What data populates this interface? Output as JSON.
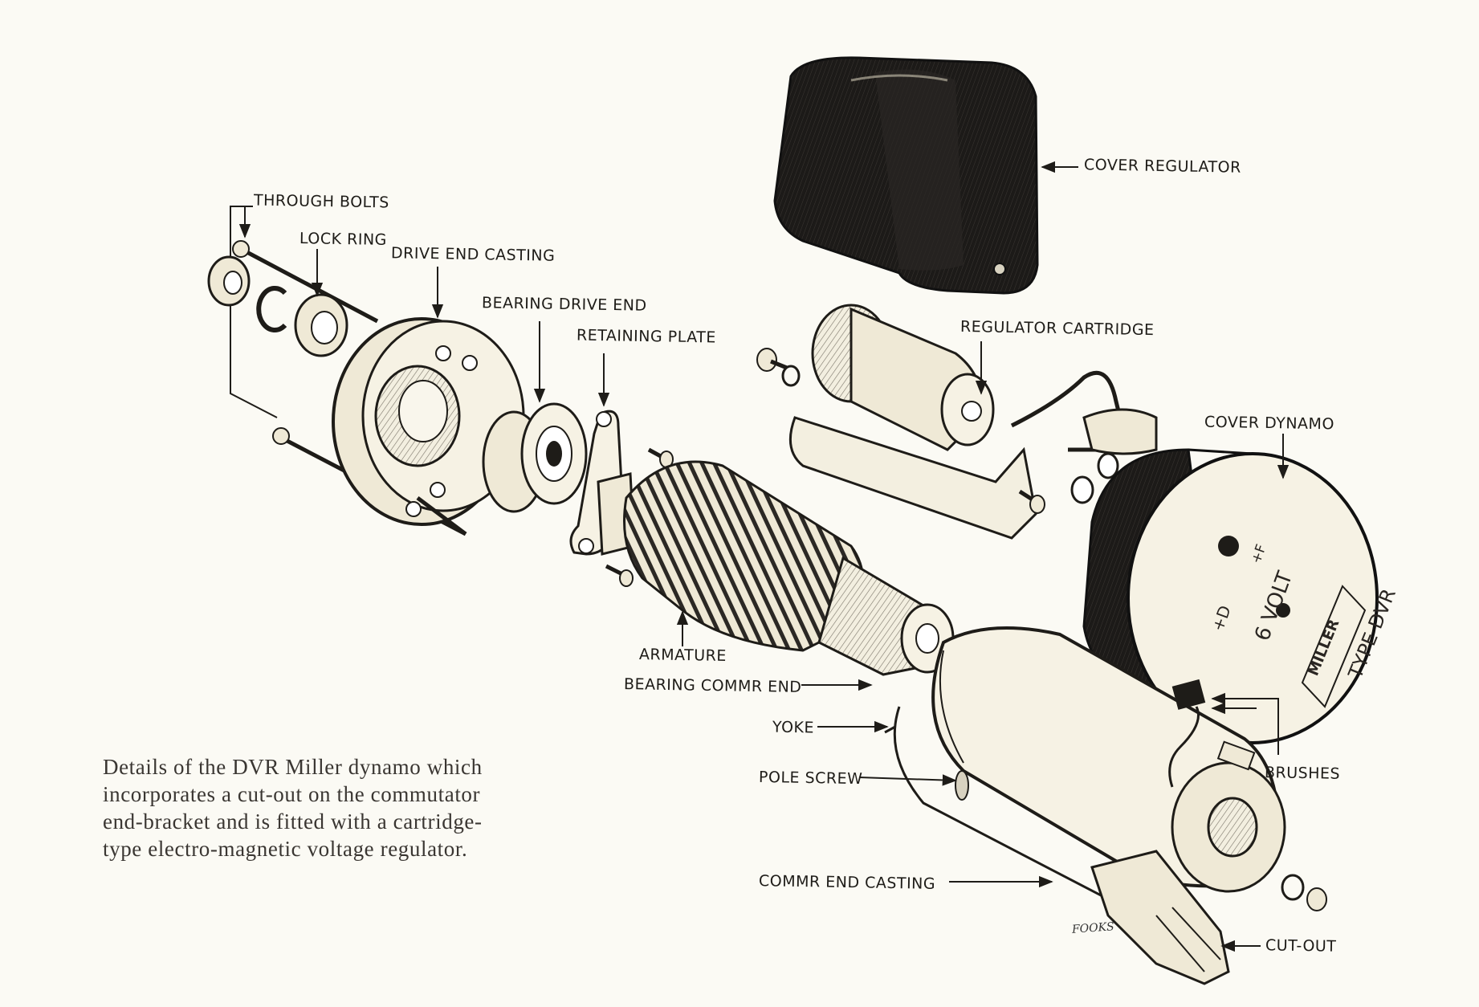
{
  "labels": {
    "cover_regulator": "COVER REGULATOR",
    "through_bolts": "THROUGH BOLTS",
    "lock_ring": "LOCK RING",
    "drive_end_casting": "DRIVE END CASTING",
    "bearing_drive_end": "BEARING DRIVE END",
    "retaining_plate": "RETAINING PLATE",
    "regulator_cartridge": "REGULATOR CARTRIDGE",
    "cover_dynamo": "COVER DYNAMO",
    "armature": "ARMATURE",
    "bearing_comm_end": "BEARING COMMR END",
    "yoke": "YOKE",
    "pole_screw": "POLE SCREW",
    "brushes": "BRUSHES",
    "comm_end_casting": "COMMR END CASTING",
    "cut_out": "CUT-OUT"
  },
  "cover_markings": {
    "plus_d": "+D",
    "plus_f": "+F",
    "volt": "6 VOLT",
    "brand": "MILLER",
    "type": "TYPE DVR"
  },
  "signature": "FOOKS",
  "caption": [
    "Details of the DVR Miller dynamo which",
    "incorporates a cut-out on the commutator",
    "end-bracket and is fitted with a cartridge-",
    "type electro-magnetic voltage regulator."
  ]
}
